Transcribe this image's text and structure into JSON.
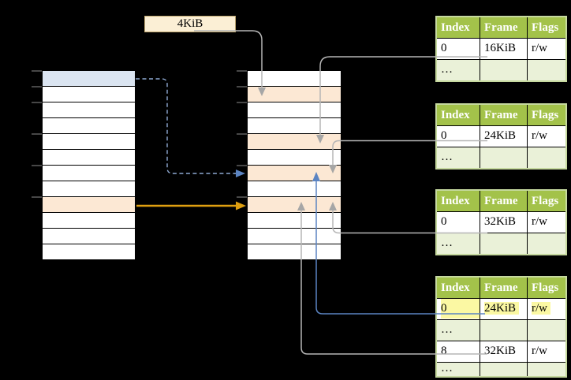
{
  "diagram": {
    "label_box": {
      "text": "4KiB"
    },
    "virtual_stack": {
      "row_count": 12,
      "special_rows": [
        {
          "row": 1,
          "color_key": "blue-cell"
        },
        {
          "row": 9,
          "color_key": "orange-cell"
        }
      ]
    },
    "physical_stack": {
      "row_count": 12,
      "special_rows": [
        {
          "row": 2,
          "color_key": "orange-cell"
        },
        {
          "row": 5,
          "color_key": "orange-cell"
        },
        {
          "row": 7,
          "color_key": "orange-cell"
        },
        {
          "row": 9,
          "color_key": "orange-cell"
        }
      ]
    },
    "page_tables": [
      {
        "name": "page-table-16kib",
        "headers": [
          "Index",
          "Frame",
          "Flags"
        ],
        "rows": [
          {
            "cells": [
              "0",
              "16KiB",
              "r/w"
            ],
            "shaded": false,
            "highlighted": false
          },
          {
            "cells": [
              "…",
              "",
              ""
            ],
            "shaded": true,
            "highlighted": false
          }
        ]
      },
      {
        "name": "page-table-24kib",
        "headers": [
          "Index",
          "Frame",
          "Flags"
        ],
        "rows": [
          {
            "cells": [
              "0",
              "24KiB",
              "r/w"
            ],
            "shaded": false,
            "highlighted": false
          },
          {
            "cells": [
              "…",
              "",
              ""
            ],
            "shaded": true,
            "highlighted": false
          }
        ]
      },
      {
        "name": "page-table-32kib",
        "headers": [
          "Index",
          "Frame",
          "Flags"
        ],
        "rows": [
          {
            "cells": [
              "0",
              "32KiB",
              "r/w"
            ],
            "shaded": false,
            "highlighted": false
          },
          {
            "cells": [
              "…",
              "",
              ""
            ],
            "shaded": true,
            "highlighted": false
          }
        ]
      },
      {
        "name": "page-table-level4",
        "headers": [
          "Index",
          "Frame",
          "Flags"
        ],
        "rows": [
          {
            "cells": [
              "0",
              "24KiB",
              "r/w"
            ],
            "shaded": false,
            "highlighted": true
          },
          {
            "cells": [
              "…",
              "",
              ""
            ],
            "shaded": true,
            "highlighted": false
          },
          {
            "cells": [
              "8",
              "32KiB",
              "r/w"
            ],
            "shaded": false,
            "highlighted": false
          },
          {
            "cells": [
              "…",
              "",
              ""
            ],
            "shaded": true,
            "highlighted": false,
            "short": true
          }
        ]
      }
    ]
  },
  "colors": {
    "background": "#000000",
    "cell_white": "#ffffff",
    "blue_cell": "#dbe5f1",
    "orange_cell": "#fce8d4",
    "cream_box": "#fbefd5",
    "cream_box_border": "#bfa770",
    "header_green": "#a3c24a",
    "header_text": "#ffffff",
    "shaded_row": "#eaf1d8",
    "table_border": "#c6d99f",
    "grid_black": "#000000",
    "gray_line": "#b5b5b5",
    "gray_arrow": "#a6a6a6",
    "dark_tick": "#595959",
    "blue_dashed": "#8ea9d2",
    "blue_solid": "#5b84c2",
    "orange_arrow": "#df9f10",
    "yellow_highlight": "#fbf8a3"
  }
}
